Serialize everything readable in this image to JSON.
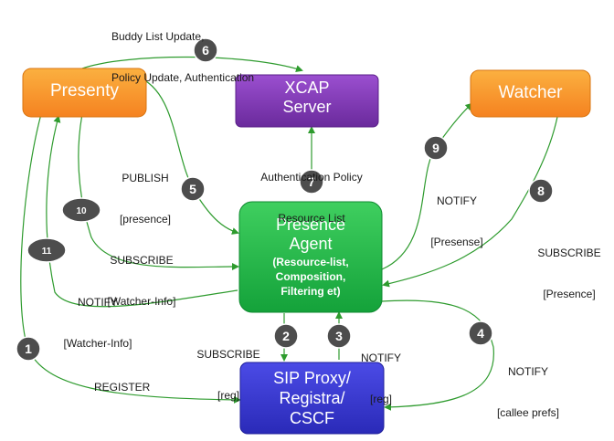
{
  "colors": {
    "orange": "#f7941d",
    "purple": "#7030a0",
    "green": "#21b04b",
    "blue": "#3333cc",
    "badge": "#4d4d4d",
    "edge": "#2e9b2e"
  },
  "nodes": {
    "presenty": "Presenty",
    "xcap_line1": "XCAP",
    "xcap_line2": "Server",
    "watcher": "Watcher",
    "agent_title_line1": "Presence",
    "agent_title_line2": "Agent",
    "agent_sub_line1": "(Resource-list,",
    "agent_sub_line2": "Composition,",
    "agent_sub_line3": "Filtering et)",
    "sip_line1": "SIP Proxy/",
    "sip_line2": "Registra/",
    "sip_line3": "CSCF"
  },
  "labels": {
    "top_line1": "Buddy List Update,",
    "top_line2": "Policy Update, Authentication",
    "publish_line1": "PUBLISH",
    "publish_line2": "[presence]",
    "auth_line1": "Authentication Policy",
    "auth_line2": "Resource List",
    "notify9_line1": "NOTIFY",
    "notify9_line2": "[Presense]",
    "subscribe8_line1": "SUBSCRIBE",
    "subscribe8_line2": "[Presence]",
    "subscribe10_line1": "SUBSCRIBE",
    "subscribe10_line2": "[Watcher-Info]",
    "notify11_line1": "NOTIFY",
    "notify11_line2": "[Watcher-Info]",
    "subscribe2_line1": "SUBSCRIBE",
    "subscribe2_line2": "[reg]",
    "notify3_line1": "NOTIFY",
    "notify3_line2": "[reg]",
    "notify4_line1": "NOTIFY",
    "notify4_line2": "[callee prefs]",
    "register": "REGISTER"
  },
  "badges": {
    "b1": "1",
    "b2": "2",
    "b3": "3",
    "b4": "4",
    "b5": "5",
    "b6": "6",
    "b7": "7",
    "b8": "8",
    "b9": "9",
    "b10": "10",
    "b11": "11"
  }
}
